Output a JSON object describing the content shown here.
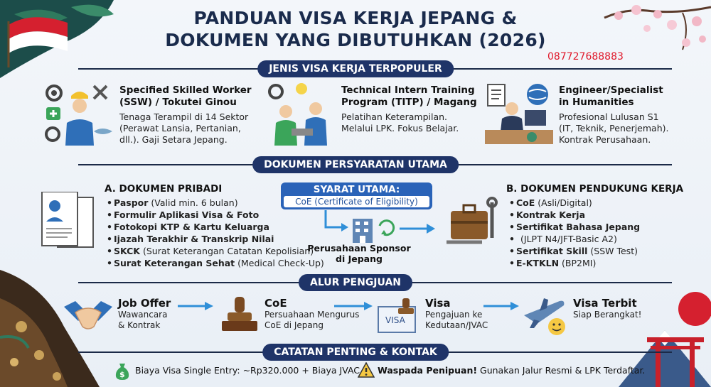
{
  "header": {
    "title_line1": "PANDUAN VISA KERJA JEPANG &",
    "title_line2": "DOKUMEN YANG DIBUTUHKAN (2026)",
    "phone": "087727688883"
  },
  "sections": {
    "jenis_visa": "JENIS VISA KERJA TERPOPULER",
    "dokumen": "DOKUMEN PERSYARATAN UTAMA",
    "alur": "ALUR PENGJUAN",
    "catatan": "CATATAN PENTING & KONTAK"
  },
  "visa_types": [
    {
      "title1": "Specified Skilled Worker",
      "title2": "(SSW) / Tokutei Ginou",
      "desc1": "Tenaga Terampil di 14 Sektor",
      "desc2": "(Perawat Lansia, Pertanian,",
      "desc3": "dll.). Gaji Setara Jepang."
    },
    {
      "title1": "Technical Intern Training",
      "title2": "Program (TITP) / Magang",
      "desc1": "Pelatihan Keterampilan.",
      "desc2": "Melalui LPK. Fokus Belajar.",
      "desc3": ""
    },
    {
      "title1": "Engineer/Specialist",
      "title2": "in Humanities",
      "desc1": "Profesional Lulusan S1",
      "desc2": "(IT, Teknik, Penerjemah).",
      "desc3": "Kontrak Perusahaan."
    }
  ],
  "docs_a": {
    "title": "A. DOKUMEN PRIBADI",
    "items": [
      {
        "bold": "Paspor",
        "rest": " (Valid min. 6 bulan)"
      },
      {
        "bold": "Formulir Aplikasi Visa & Foto",
        "rest": ""
      },
      {
        "bold": "Fotokopi KTP & Kartu Keluarga",
        "rest": ""
      },
      {
        "bold": "Ijazah Terakhir & Transkrip Nilai",
        "rest": ""
      },
      {
        "bold": "SKCK",
        "rest": " (Surat Keterangan Catatan Kepolisian)"
      },
      {
        "bold": "Surat Keterangan Sehat",
        "rest": " (Medical Check-Up)"
      }
    ]
  },
  "syarat": {
    "title": "SYARAT UTAMA:",
    "subtitle": "CoE (Certificate of Eligibility)",
    "sponsor1": "Perusahaan Sponsor",
    "sponsor2": "di Jepang"
  },
  "docs_b": {
    "title": "B. DOKUMEN PENDUKUNG KERJA",
    "items": [
      {
        "bold": "CoE",
        "rest": " (Asli/Digital)"
      },
      {
        "bold": "Kontrak Kerja",
        "rest": ""
      },
      {
        "bold": "Sertifikat Bahasa Jepang",
        "rest": ""
      },
      {
        "bold": "",
        "rest": "(JLPT N4/JFT-Basic A2)"
      },
      {
        "bold": "Sertifikat Skill",
        "rest": " (SSW Test)"
      },
      {
        "bold": "E-KTKLN",
        "rest": " (BP2MI)"
      }
    ]
  },
  "steps": [
    {
      "title": "Job Offer",
      "d1": "Wawancara",
      "d2": "& Kontrak"
    },
    {
      "title": "CoE",
      "d1": "Persuahaan Mengurus",
      "d2": "CoE di Jepang"
    },
    {
      "title": "Visa",
      "d1": "Pengajuan ke",
      "d2": "Kedutaan/JVAC"
    },
    {
      "title": "Visa Terbit",
      "d1": "Siap Berangkat!",
      "d2": ""
    }
  ],
  "notes": {
    "fee": "Biaya Visa Single Entry: ~Rp320.000 + Biaya JVAC",
    "warn_bold": "Waspada Penipuan!",
    "warn_rest": " Gunakan Jalur Resmi & LPK Terdaftar."
  },
  "icons": {
    "passport_stamp_text": "VISA"
  },
  "colors": {
    "navy": "#1f3468",
    "accent_blue": "#2a63b8",
    "arrow_blue": "#2f8fd8",
    "phone_red": "#e0182a"
  }
}
